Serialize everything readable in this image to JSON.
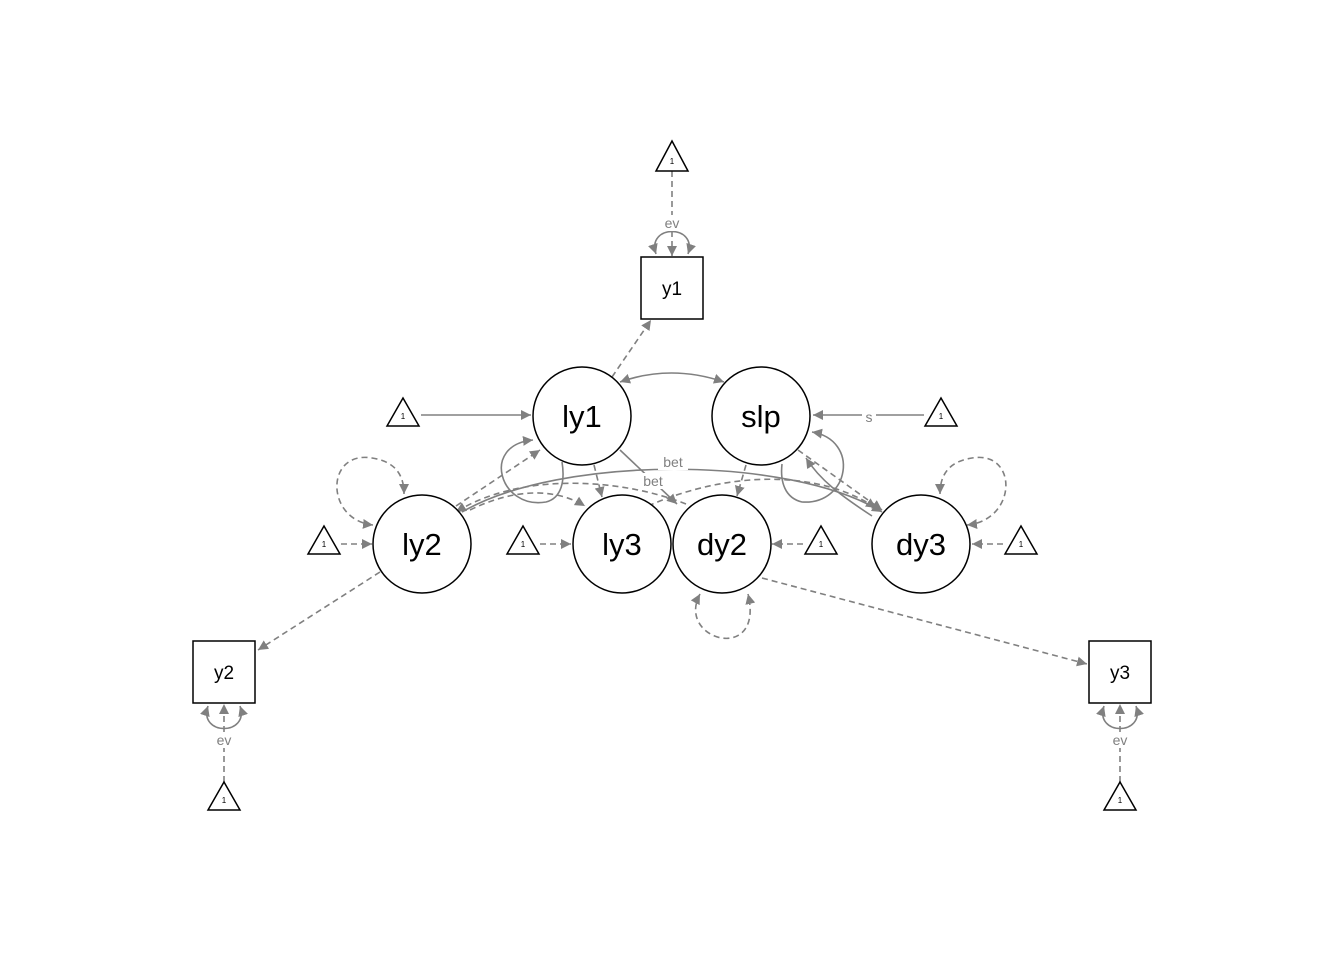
{
  "diagram": {
    "colors": {
      "node_stroke": "#000000",
      "edge": "#808080",
      "background": "#ffffff"
    },
    "latent_nodes": [
      {
        "id": "ly1",
        "label": "ly1"
      },
      {
        "id": "slp",
        "label": "slp"
      },
      {
        "id": "ly2",
        "label": "ly2"
      },
      {
        "id": "ly3",
        "label": "ly3"
      },
      {
        "id": "dy2",
        "label": "dy2"
      },
      {
        "id": "dy3",
        "label": "dy3"
      }
    ],
    "manifest_nodes": [
      {
        "id": "y1",
        "label": "y1"
      },
      {
        "id": "y2",
        "label": "y2"
      },
      {
        "id": "y3",
        "label": "y3"
      }
    ],
    "constant_label": "1",
    "edge_labels": {
      "ev": "ev",
      "bet": "bet",
      "s": "s"
    }
  }
}
